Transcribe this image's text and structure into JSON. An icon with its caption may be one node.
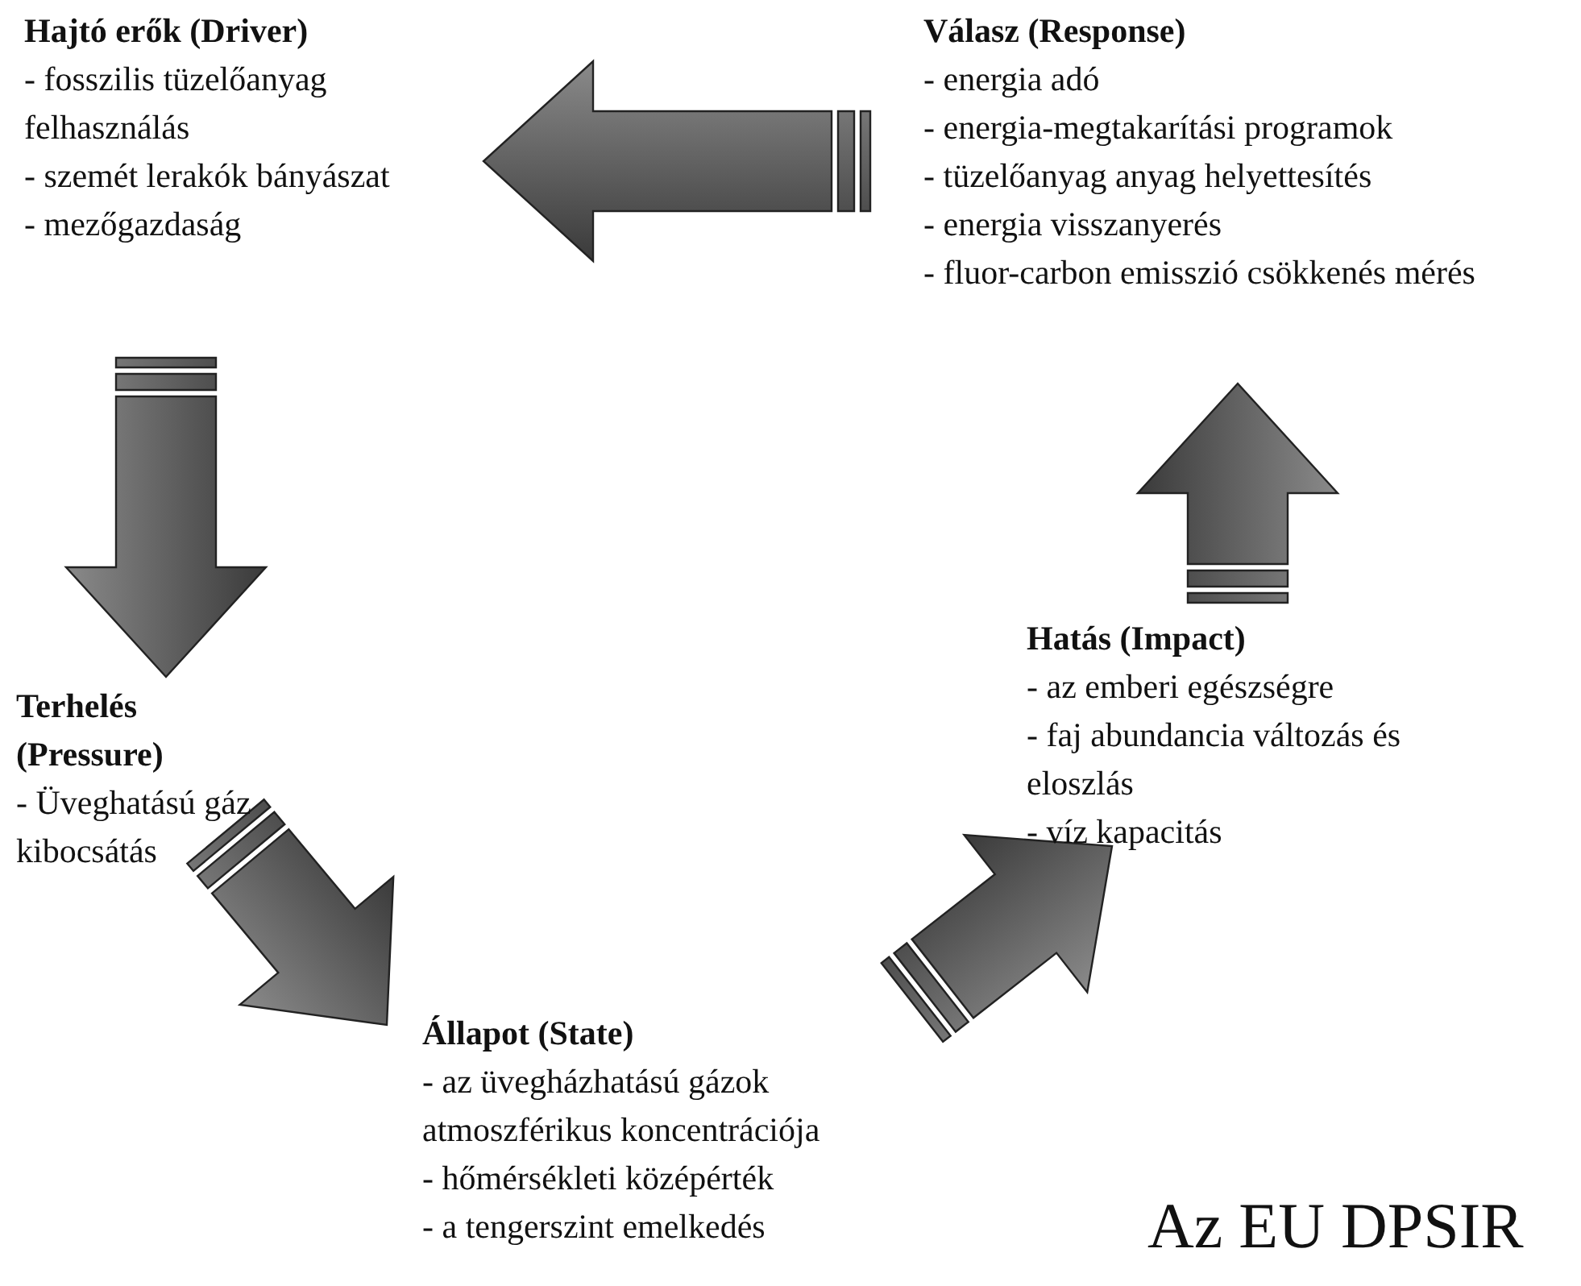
{
  "diagram": {
    "nodes": [
      {
        "text": [
          "Hajtó erők (Driver)",
          "- fosszilis tüzelőanyag felhasználás",
          "- szemét lerakók bányászat",
          "- mezőgazdaság"
        ]
      },
      {
        "text": [
          "Válasz (Response)",
          "- energia adó",
          "- energia-megtakarítási programok",
          "- tüzelőanyag anyag helyettesítés",
          "- energia visszanyerés",
          "- fluor-carbon emisszió csökkenés mérés"
        ]
      },
      {
        "text": [
          "Hatás (Impact)",
          "- az emberi egészségre",
          "- faj abundancia változás és eloszlás",
          "- víz kapacitás"
        ]
      },
      {
        "text": [
          "Terhelés (Pressure)",
          "- Üveghatású gáz kibocsátás"
        ]
      },
      {
        "text": [
          "Állapot (State)",
          "- az üvegházhatású gázok atmoszférikus koncentrációja",
          "- hőmérsékleti középérték",
          "- a tengerszint emelkedés"
        ]
      }
    ],
    "edges": [
      {
        "from": 1,
        "to": 0,
        "arrow": "to"
      },
      {
        "from": 0,
        "to": 3,
        "arrow": "to"
      },
      {
        "from": 3,
        "to": 4,
        "arrow": "to"
      },
      {
        "from": 4,
        "to": 2,
        "arrow": "to"
      },
      {
        "from": 2,
        "to": 1,
        "arrow": "to"
      }
    ],
    "labels": [
      "Az EU DPSIR"
    ]
  }
}
